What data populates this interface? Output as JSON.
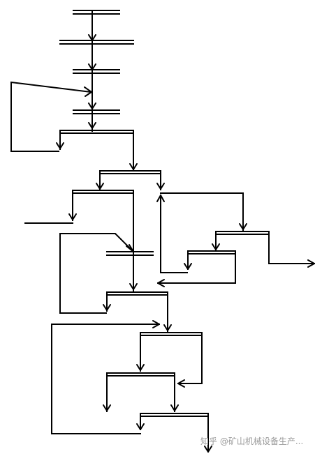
{
  "diagram": {
    "type": "flowchart",
    "description_kind": "ore beneficiation flowsheet (crushing / screening / grinding / flotation stages)",
    "stroke_color": "#000000",
    "background_color": "#ffffff"
  },
  "watermark": {
    "text": "知乎 @矿山机械设备生产...",
    "color": "#9a9a9a"
  }
}
